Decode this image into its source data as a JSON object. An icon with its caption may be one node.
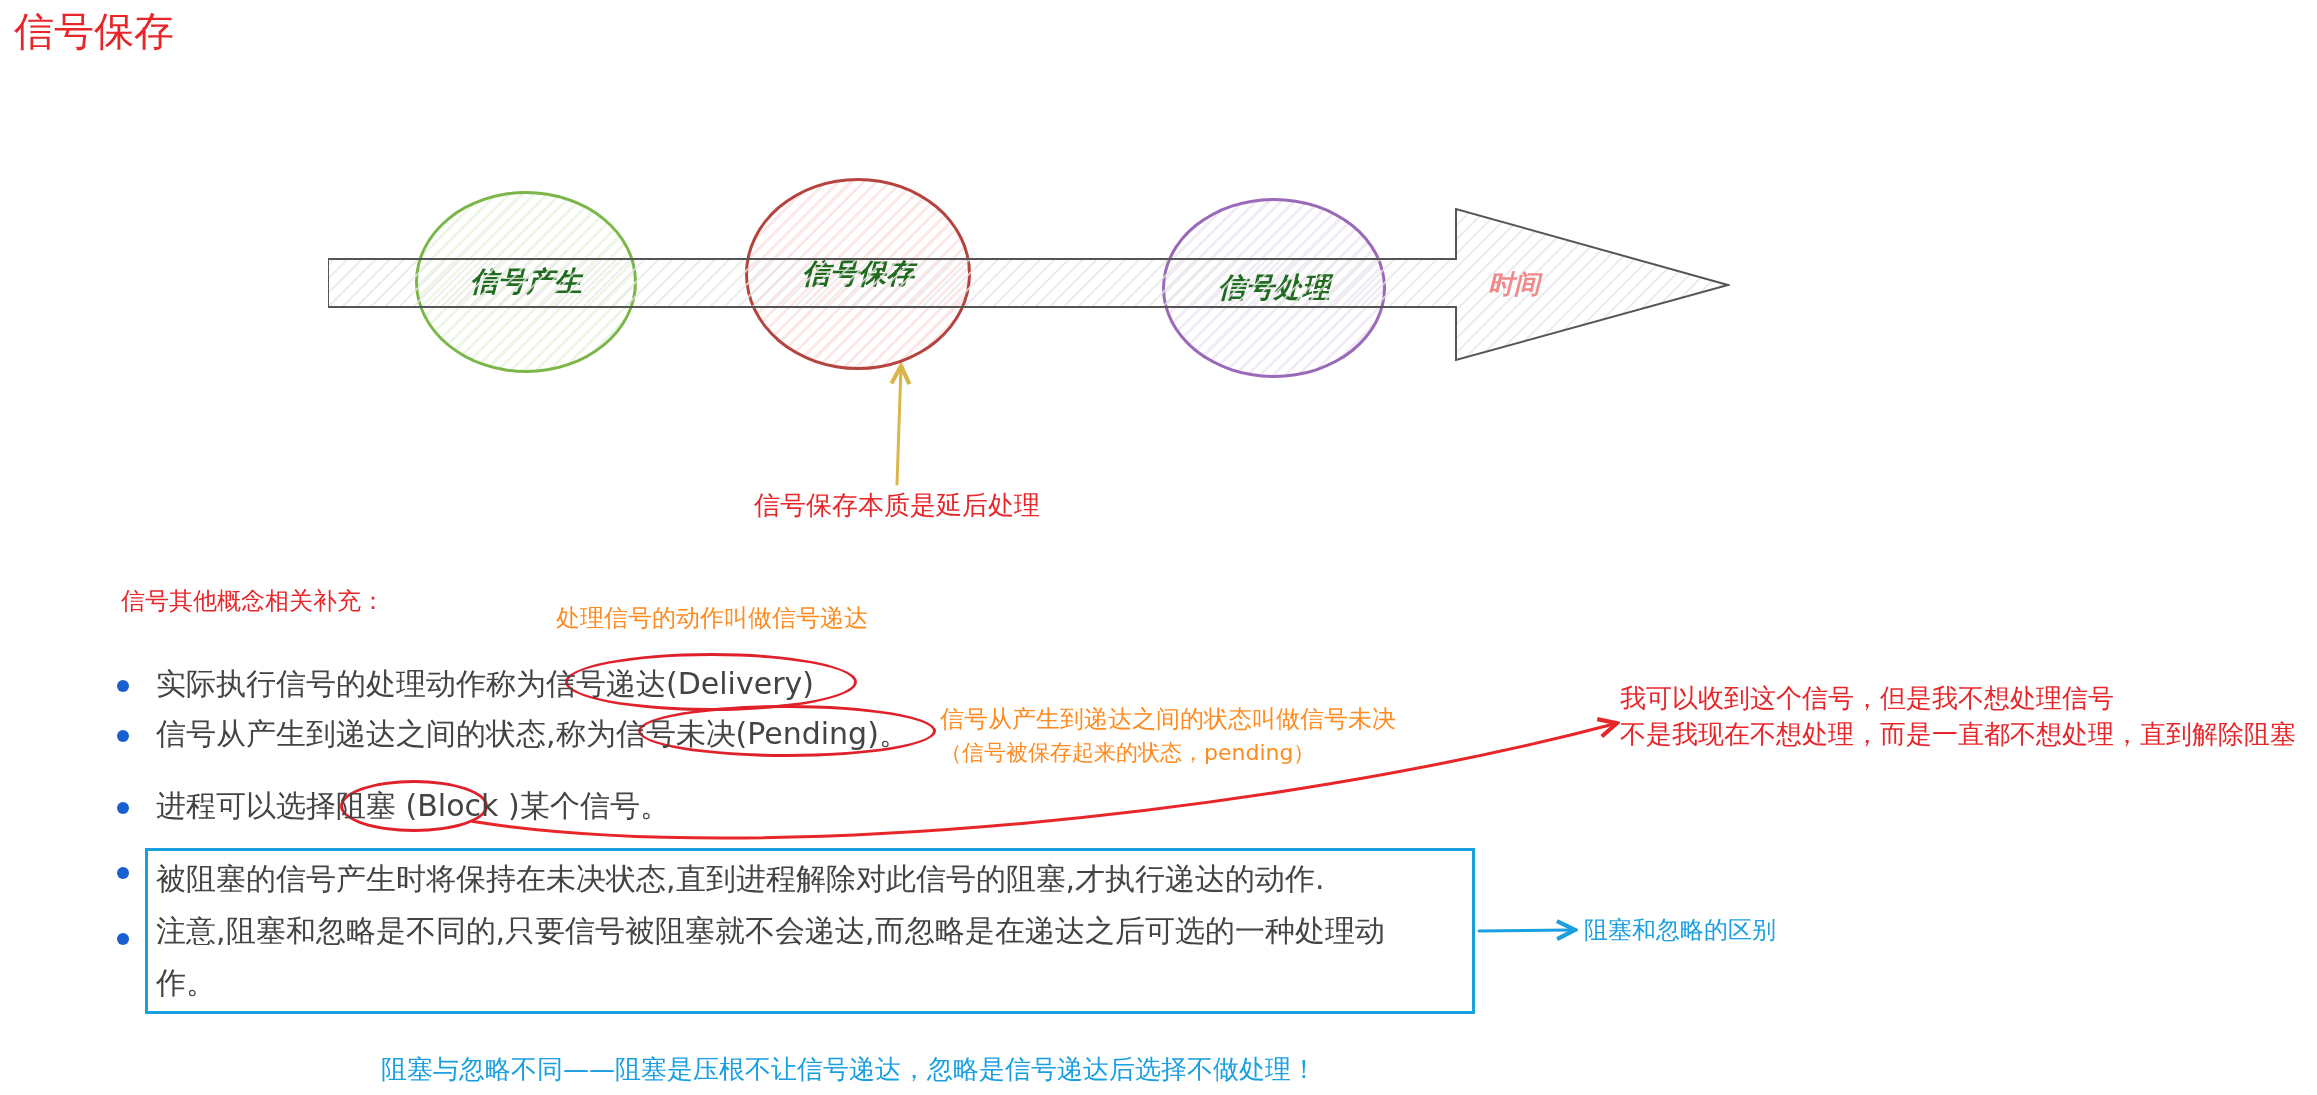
{
  "diagram": {
    "title": "信号保存",
    "nodes": [
      {
        "text": [
          "信号产生"
        ]
      },
      {
        "text": [
          "信号保存"
        ]
      },
      {
        "text": [
          "信号处理"
        ]
      },
      {
        "text": [
          "时间"
        ]
      },
      {
        "text": [
          "信号保存本质是延后处理"
        ]
      },
      {
        "text": [],
        "shape": "oval",
        "beside": [
          "处理信号的动作叫做信号递达"
        ]
      },
      {
        "text": [],
        "shape": "oval",
        "beside": [
          "信号从产生到递达之间的状态叫做信号未决",
          "（信号被保存起来的状态，pending）"
        ]
      },
      {
        "text": [],
        "shape": "oval"
      },
      {
        "text": [
          "我可以收到这个信号，但是我不想处理信号",
          "不是我现在不想处理，而是一直都不想处理，直到解除阻塞"
        ]
      },
      {
        "text": [
          "被阻塞的信号产生时将保持在未决状态,直到进程解除对此信号的阻塞,才执行递达的动作.",
          "注意,阻塞和忽略是不同的,只要信号被阻塞就不会递达,而忽略是在递达之后可选的一种处理动作。"
        ]
      },
      {
        "text": [
          "阻塞和忽略的区别"
        ]
      }
    ],
    "edges": [
      {
        "from": 4,
        "to": 1,
        "arrow": "to",
        "color": "#d9b64a"
      },
      {
        "from": 7,
        "to": 8,
        "arrow": "to",
        "color": "#e8262a"
      },
      {
        "from": 9,
        "to": 10,
        "arrow": "to",
        "color": "#1a9fe0"
      }
    ],
    "labels": [
      "信号其他概念相关补充：",
      "实际执行信号的处理动作称为信号递达(Delivery)",
      "信号从产生到递达之间的状态,称为信号未决(Pending)。",
      "进程可以选择阻塞 (Block )某个信号。",
      "阻塞与忽略不同——阻塞是压根不让信号递达，忽略是信号递达后选择不做处理！"
    ]
  }
}
